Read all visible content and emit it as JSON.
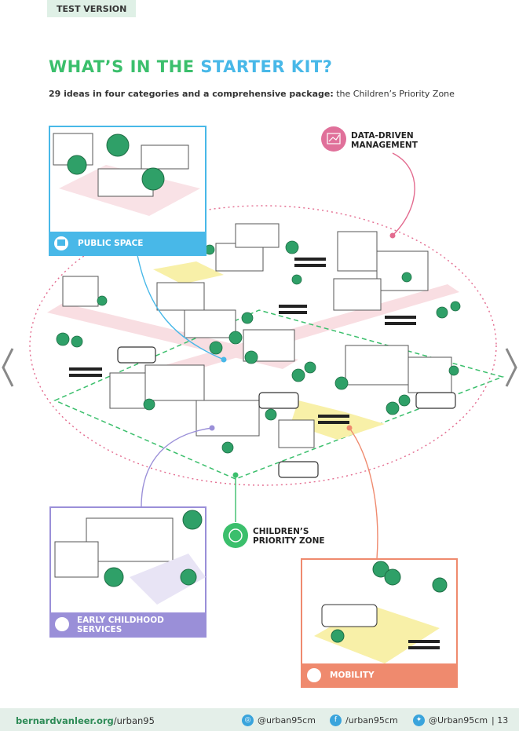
{
  "tag": "TEST VERSION",
  "title": {
    "part1": "WHAT’S IN THE ",
    "part2": "STARTER KIT?"
  },
  "subtitle": {
    "bold": "29 ideas in four categories and a comprehensive package:",
    "rest": " the Children’s Priority Zone"
  },
  "labels": {
    "public_space": "PUBLIC SPACE",
    "data_driven_1": "DATA-DRIVEN",
    "data_driven_2": "MANAGEMENT",
    "childrens_1": "CHILDREN’S",
    "childrens_2": "PRIORITY ZONE",
    "early_1": "EARLY CHILDHOOD",
    "early_2": "SERVICES",
    "mobility": "MOBILITY"
  },
  "colors": {
    "green": "#3bbf6c",
    "blue": "#48b8e8",
    "pink": "#e0709a",
    "purple": "#9a8fd8",
    "salmon": "#ef8a6e"
  },
  "footer": {
    "url_bold": "bernardvanleer.org",
    "url_rest": "/urban95",
    "instagram": "@urban95cm",
    "facebook": "/urban95cm",
    "twitter": "@Urban95cm",
    "page": "| 13"
  }
}
